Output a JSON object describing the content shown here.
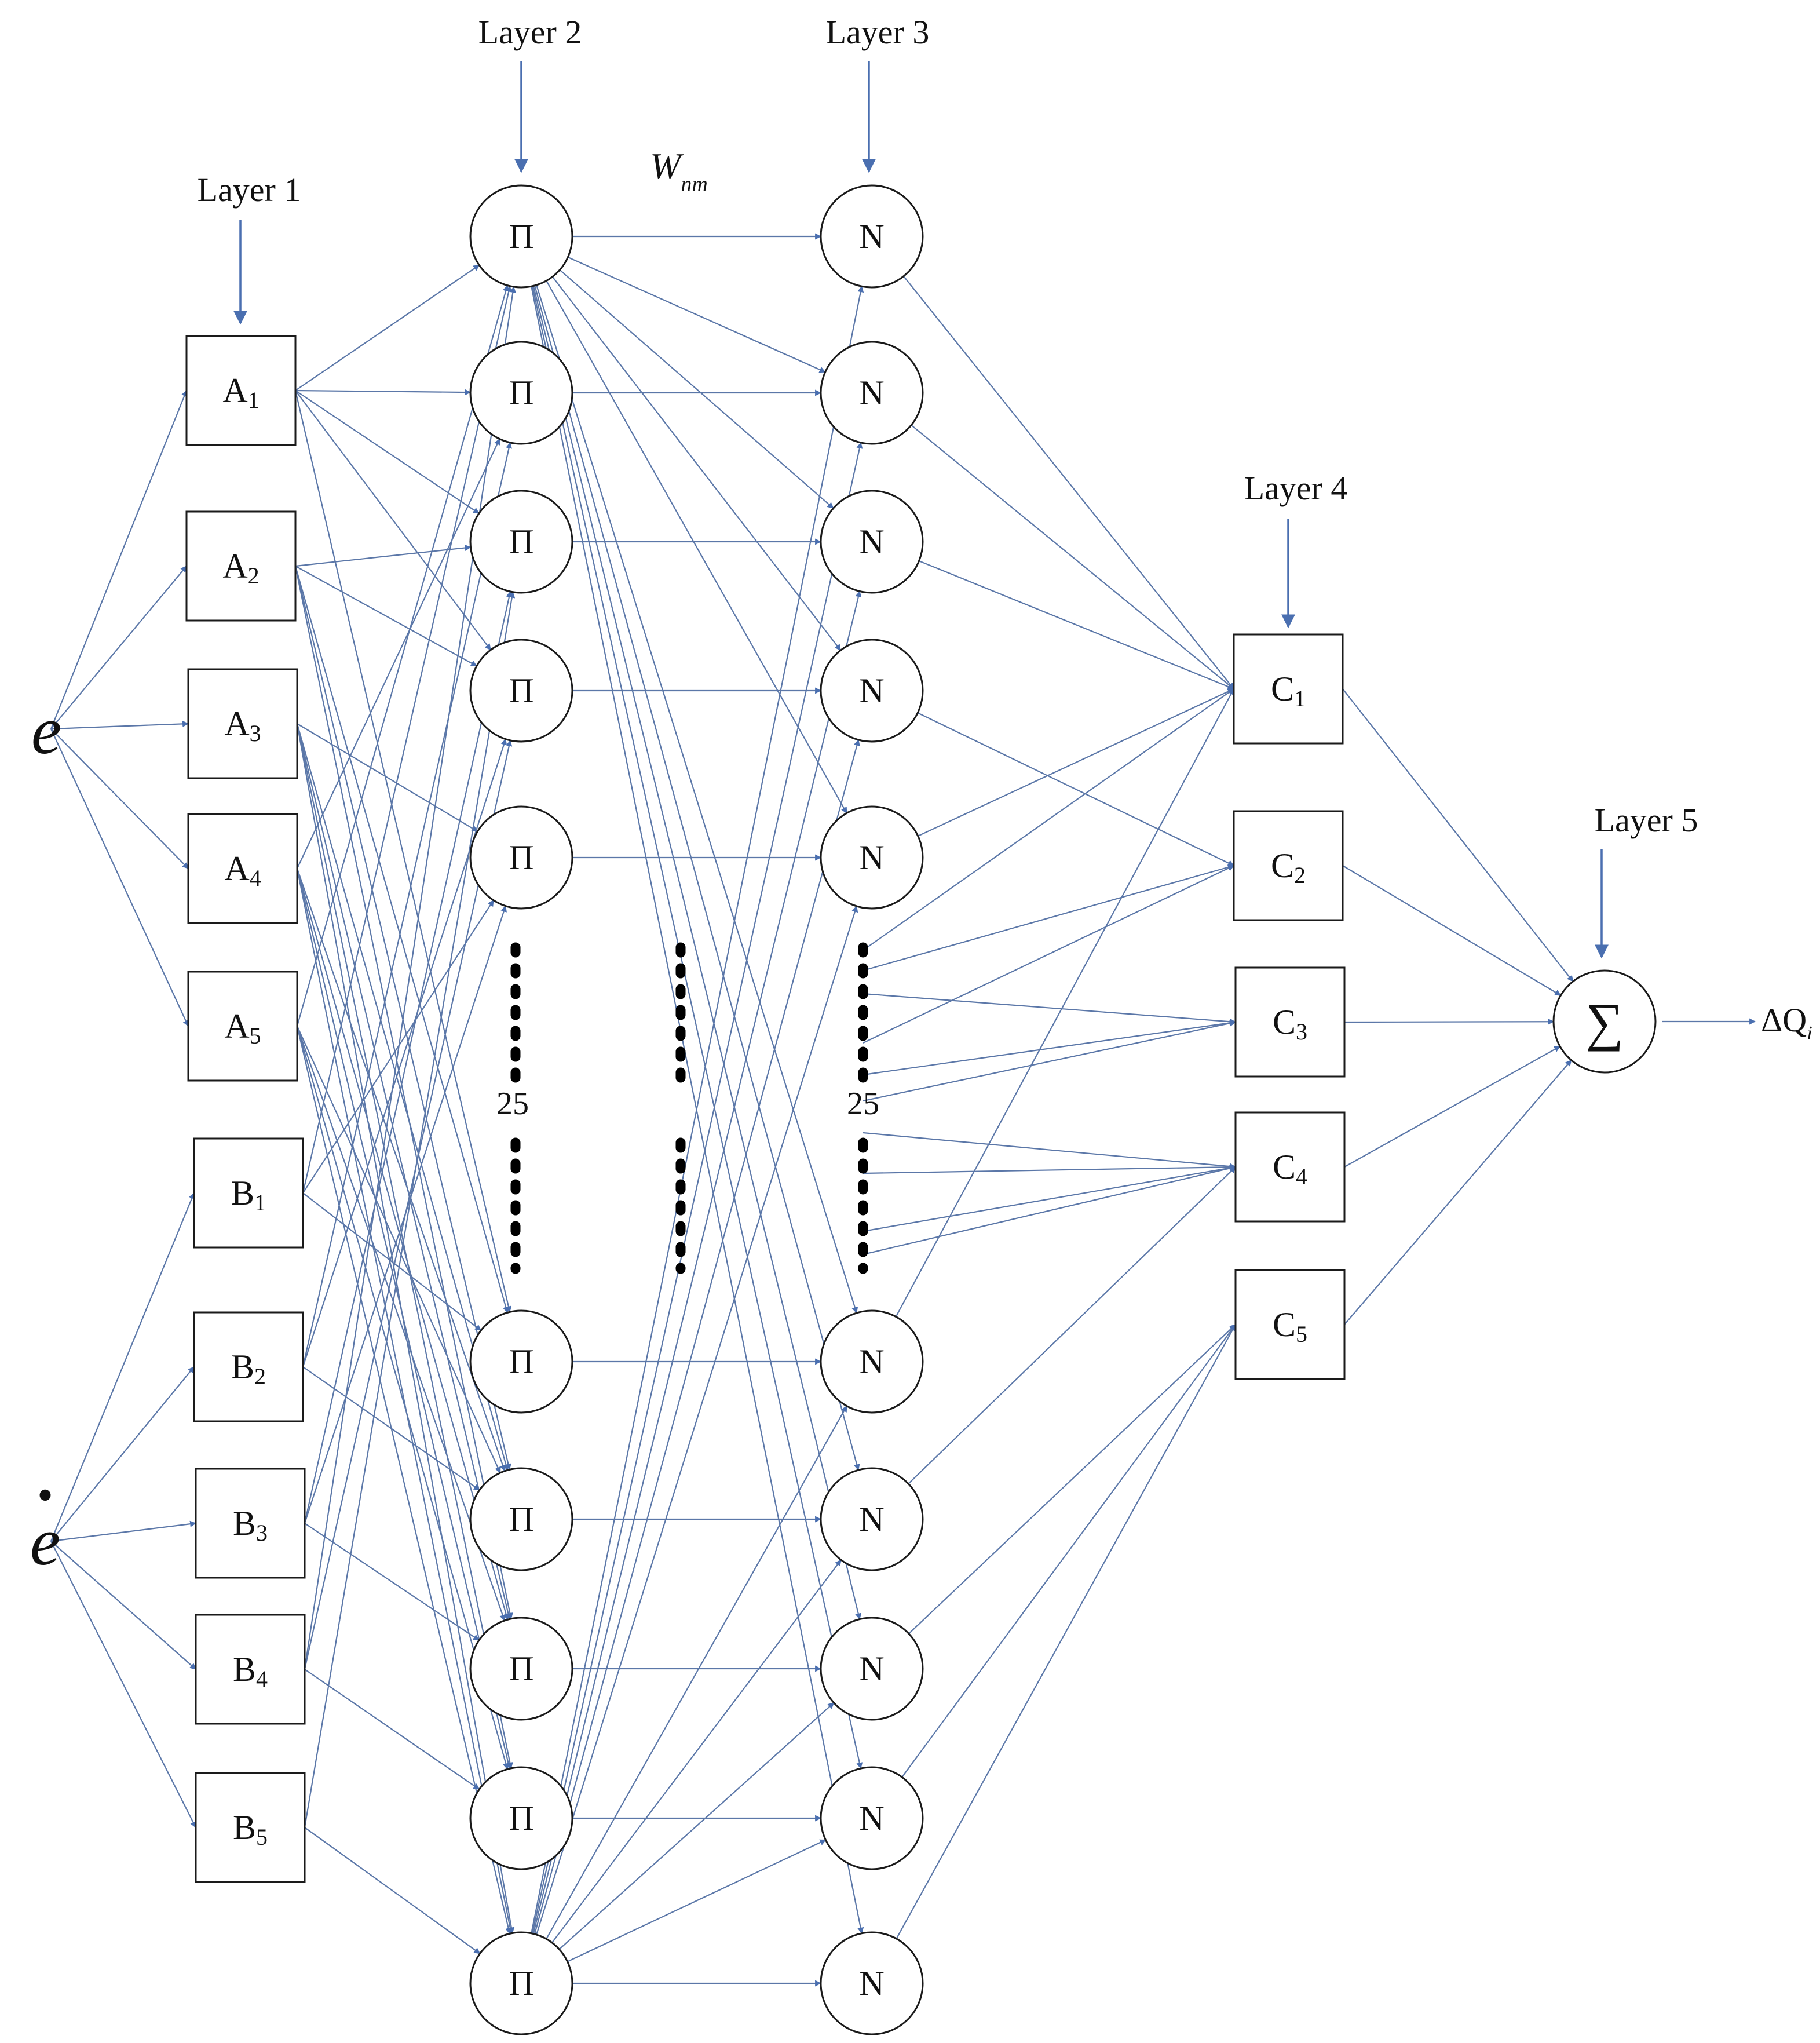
{
  "layers": {
    "l1": "Layer 1",
    "l2": "Layer 2",
    "l3": "Layer 3",
    "l4": "Layer 4",
    "l5": "Layer 5"
  },
  "inputs": {
    "e": "e",
    "edot_base": "e",
    "edot_dot": "•"
  },
  "a_nodes": [
    {
      "letter": "A",
      "sub": "1"
    },
    {
      "letter": "A",
      "sub": "2"
    },
    {
      "letter": "A",
      "sub": "3"
    },
    {
      "letter": "A",
      "sub": "4"
    },
    {
      "letter": "A",
      "sub": "5"
    }
  ],
  "b_nodes": [
    {
      "letter": "B",
      "sub": "1"
    },
    {
      "letter": "B",
      "sub": "2"
    },
    {
      "letter": "B",
      "sub": "3"
    },
    {
      "letter": "B",
      "sub": "4"
    },
    {
      "letter": "B",
      "sub": "5"
    }
  ],
  "pi_symbol": "Π",
  "n_symbol": "N",
  "c_nodes": [
    {
      "letter": "C",
      "sub": "1"
    },
    {
      "letter": "C",
      "sub": "2"
    },
    {
      "letter": "C",
      "sub": "3"
    },
    {
      "letter": "C",
      "sub": "4"
    },
    {
      "letter": "C",
      "sub": "5"
    }
  ],
  "weight": {
    "main": "W",
    "sub": "nm"
  },
  "count_l2": "25",
  "count_l3": "25",
  "sum_symbol": "∑",
  "output": {
    "main": "ΔQ",
    "sub": "i"
  }
}
